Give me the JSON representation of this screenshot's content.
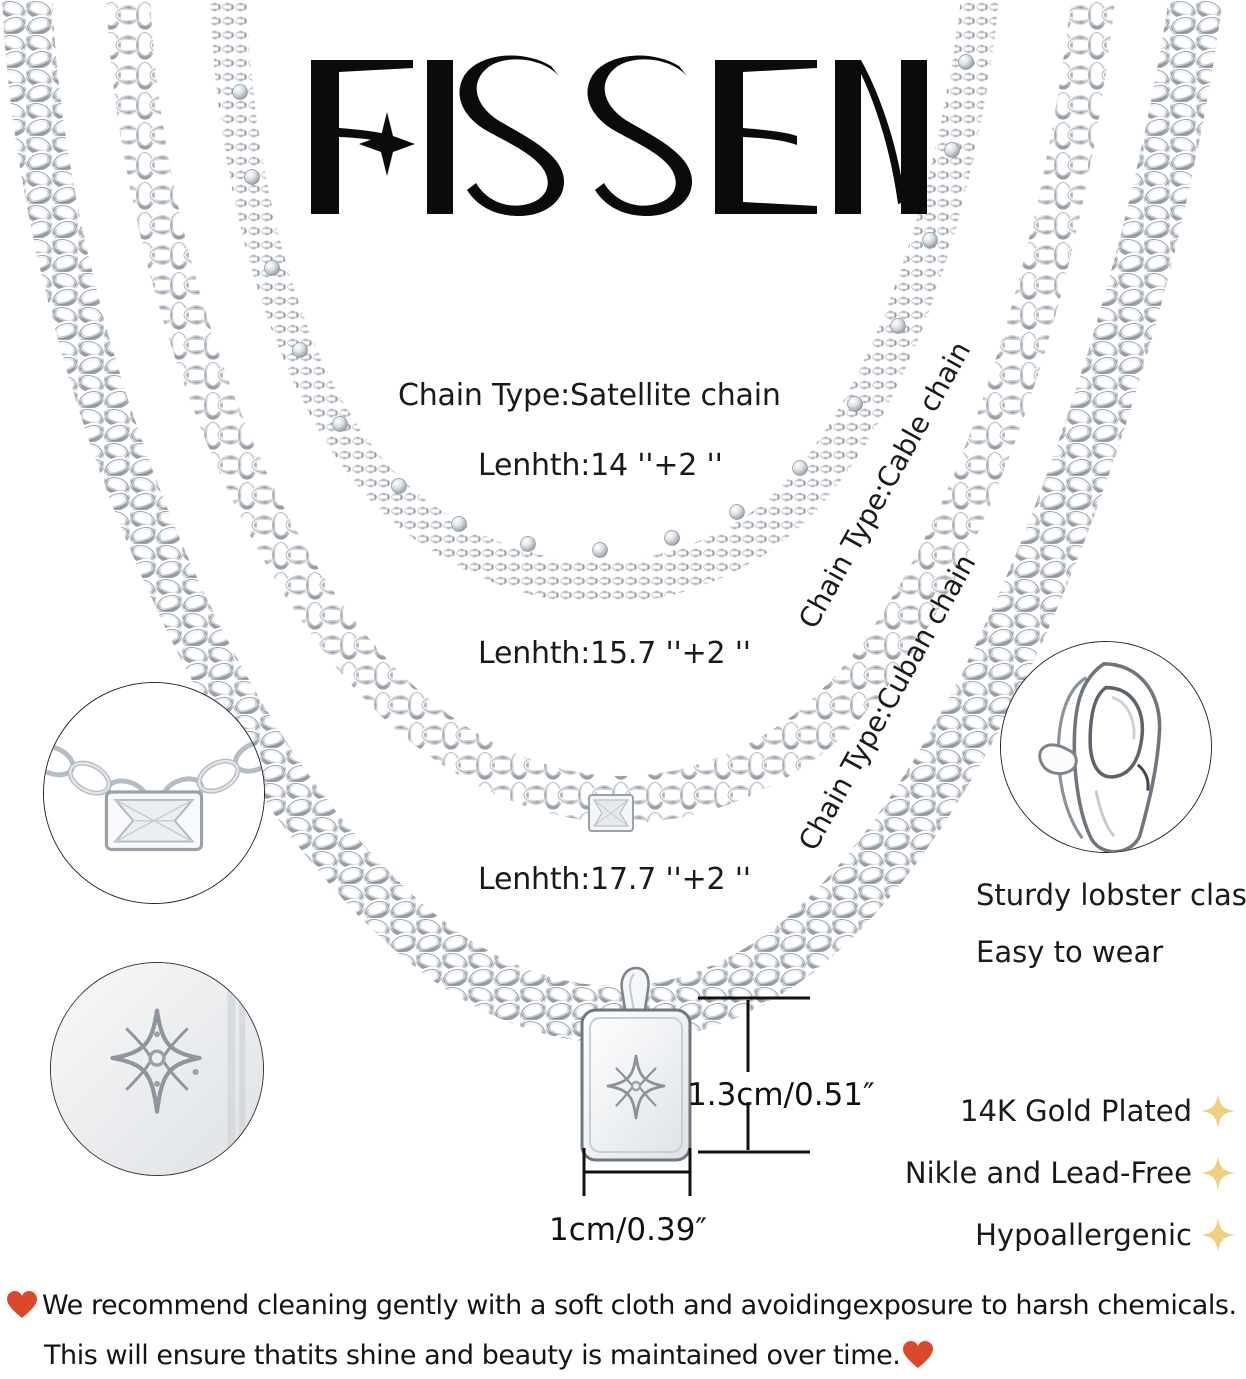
{
  "brand": {
    "name": "FISSEN",
    "sparkle_icon": "four-point-star-icon"
  },
  "chains": [
    {
      "id": "satellite",
      "type_label": "Chain Type:Satellite chain",
      "length_label": "Lenhth:14 ''+2 ''"
    },
    {
      "id": "cable",
      "type_label": "Chain Type:Cable chain",
      "length_label": "Lenhth:15.7 ''+2 ''"
    },
    {
      "id": "cuban",
      "type_label": "Chain Type:Cuban chain",
      "length_label": "Lenhth:17.7 ''+2 ''"
    }
  ],
  "pendant": {
    "height_label": "1.3cm/0.51″",
    "width_label": "1cm/0.39″",
    "engraving": "north-star-engraving"
  },
  "clasp": {
    "line_1": "Sturdy lobster clasp",
    "line_2": "Easy to wear"
  },
  "features": [
    {
      "label": "14K Gold Plated",
      "icon": "gold-star-icon"
    },
    {
      "label": "Nikle and Lead-Free",
      "icon": "gold-star-icon"
    },
    {
      "label": "Hypoallergenic",
      "icon": "gold-star-icon"
    }
  ],
  "care": {
    "line_1": "We recommend cleaning gently with a soft cloth and avoidingexposure to harsh chemicals.",
    "line_2": "This will ensure thatits shine and beauty is maintained over time.",
    "heart_icon": "heart-icon"
  },
  "colors": {
    "background": "#ffffff",
    "text": "#1a1a1a",
    "logo": "#0b0b0b",
    "gold_star": "#f0d07e",
    "heart_red": "#d9492a",
    "metal_light": "#fdfdfd",
    "metal_mid": "#c9cdd2",
    "metal_dark": "#8f969e",
    "outline": "#222222"
  }
}
